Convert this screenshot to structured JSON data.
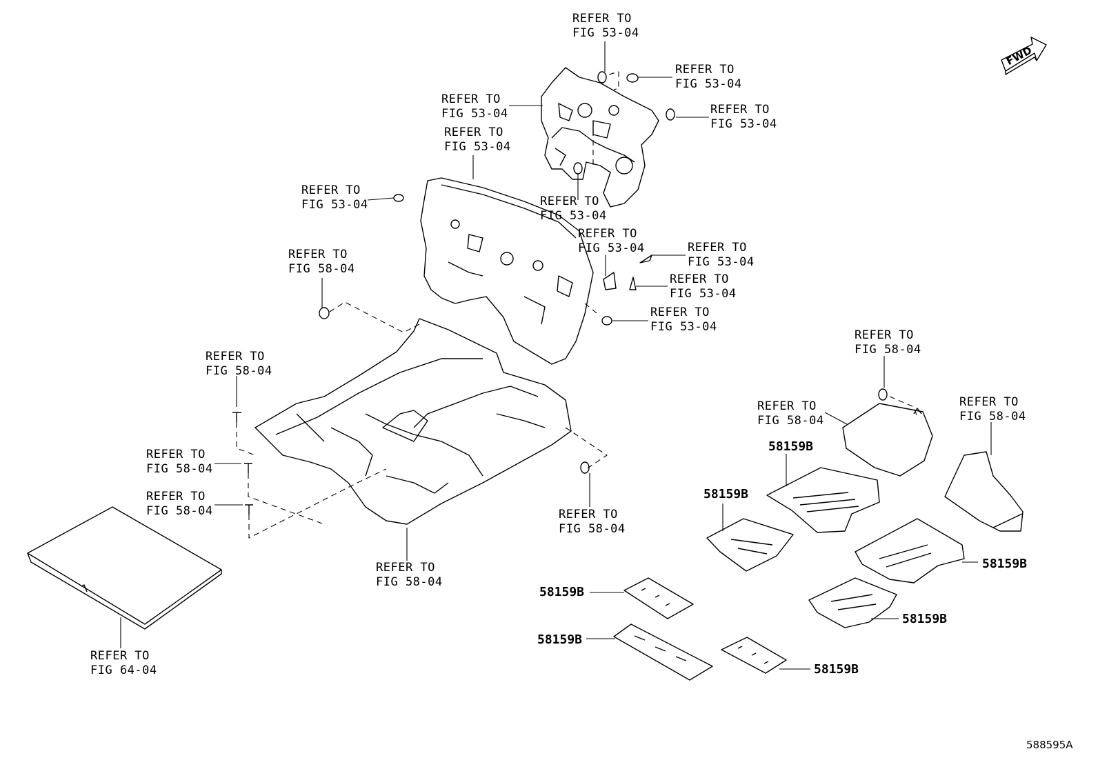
{
  "refer_fig_53_04": "REFER TO\nFIG 53-04",
  "refer_fig_58_04": "REFER TO\nFIG 58-04",
  "refer_fig_64_04": "REFER TO\nFIG 64-04",
  "part_58159B": "58159B",
  "catalog_number": "588595A",
  "fwd_label": "FWD"
}
